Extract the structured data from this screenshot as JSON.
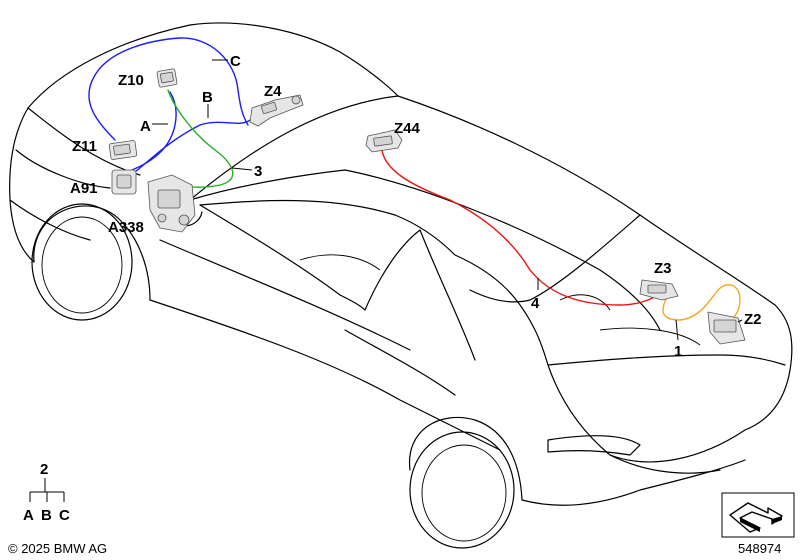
{
  "labels": {
    "c": "C",
    "z10": "Z10",
    "b": "B",
    "z4": "Z4",
    "a": "A",
    "z11": "Z11",
    "n3": "3",
    "a91": "A91",
    "a338": "A338",
    "z44": "Z44",
    "z3": "Z3",
    "n4": "4",
    "z2": "Z2",
    "n1": "1"
  },
  "legend": {
    "top": "2",
    "a": "A",
    "b": "B",
    "c": "C"
  },
  "copyright": "© 2025 BMW AG",
  "diagram_number": "548974",
  "colors": {
    "wire_blue": "#1a1aff",
    "wire_green": "#22b022",
    "wire_red": "#ee1111",
    "wire_orange": "#f5a623"
  },
  "icons": {
    "corner": "direction-arrow-icon"
  }
}
